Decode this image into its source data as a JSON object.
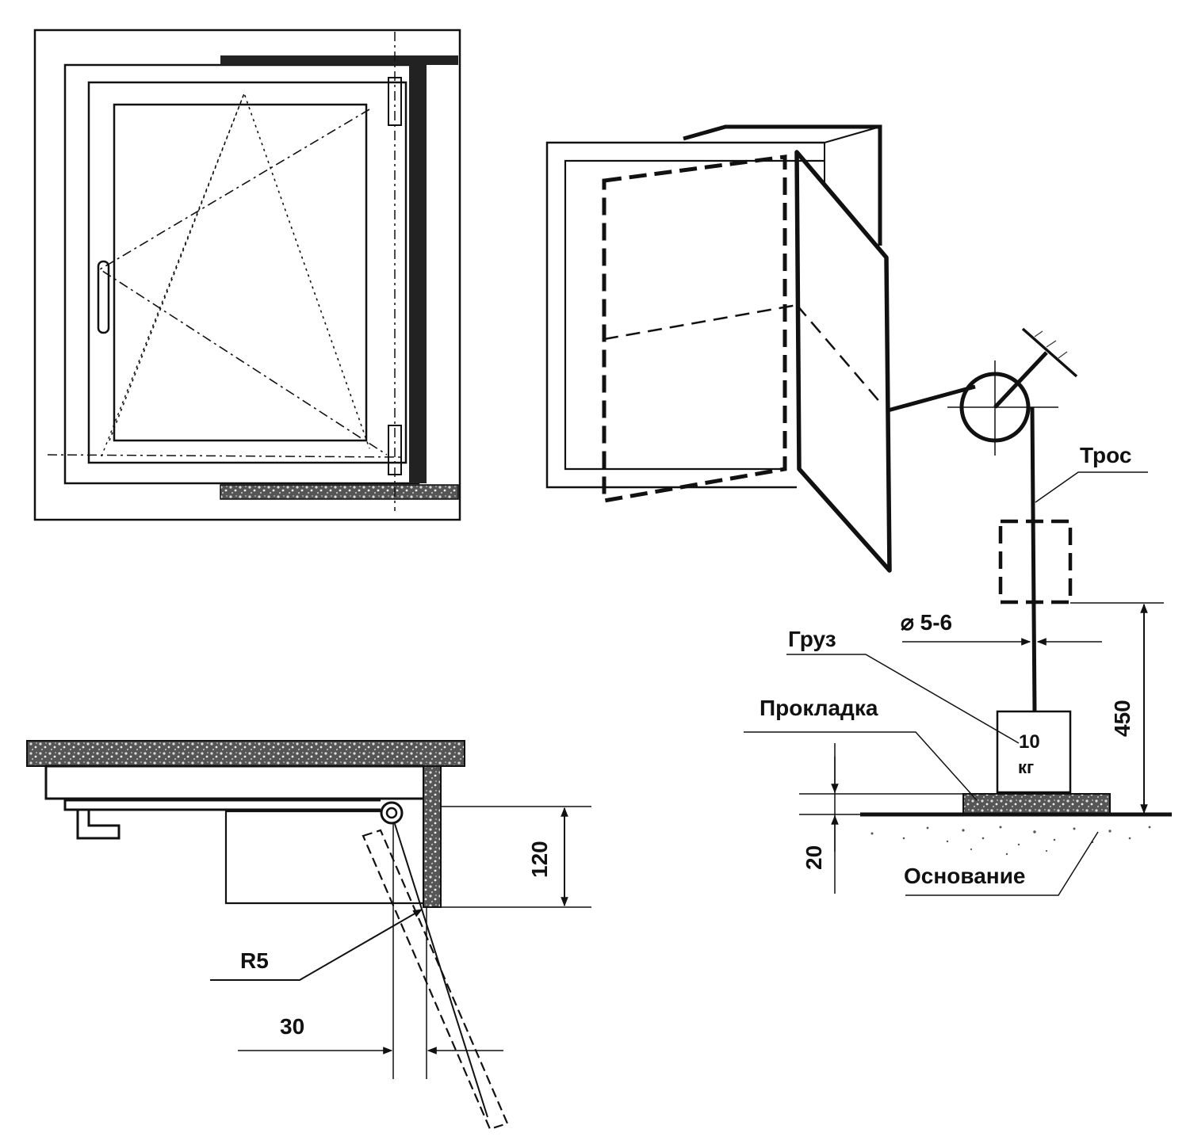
{
  "labels": {
    "cable": "Трос",
    "diameter": "⌀ 5-6",
    "weight": "Груз",
    "weight_value": "10",
    "weight_unit": "кг",
    "pad": "Прокладка",
    "base": "Основание",
    "dim_height": "450",
    "dim_pad": "20",
    "dim_gap": "120",
    "radius": "R5",
    "dim_offset": "30"
  }
}
